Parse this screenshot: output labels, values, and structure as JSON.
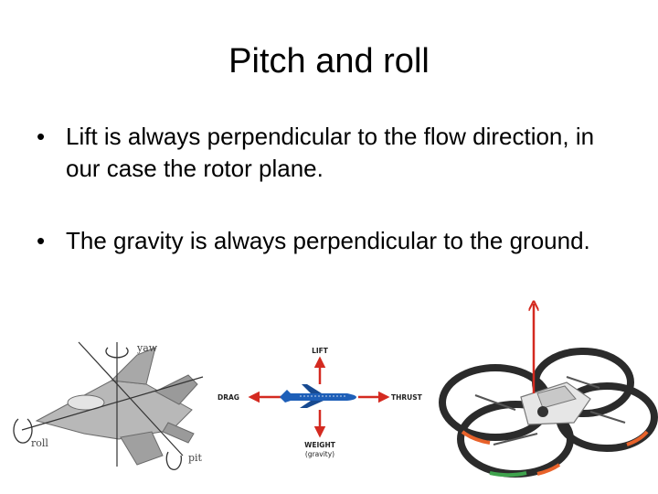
{
  "slide": {
    "title": "Pitch and roll",
    "bullets": [
      "Lift is always perpendicular to the flow direction, in our case the rotor plane.",
      "The gravity is always perpendicular to the ground."
    ],
    "bullet_symbol": "•"
  },
  "jet_figure": {
    "labels": {
      "yaw": "yaw",
      "roll": "roll",
      "pitch": "pit"
    }
  },
  "forces_figure": {
    "labels": {
      "lift": "LIFT",
      "drag": "DRAG",
      "thrust": "THRUST",
      "weight": "WEIGHT",
      "gravity": "(gravity)"
    },
    "colors": {
      "arrow": "#d42a20",
      "plane": "#1e5fb8"
    }
  },
  "drone_figure": {
    "colors": {
      "arrow": "#d42a20",
      "ring": "#2b2b2b",
      "accent_orange": "#e8622a",
      "accent_green": "#3fa34d"
    }
  }
}
